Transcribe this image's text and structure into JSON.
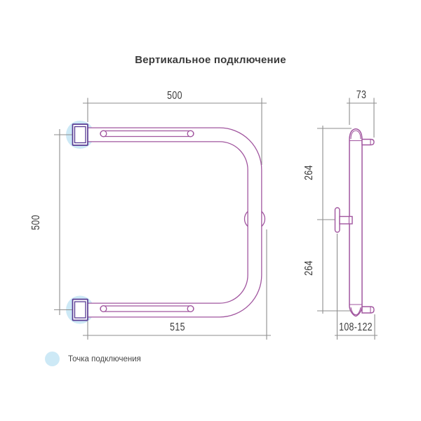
{
  "title": "Вертикальное подключение",
  "colors": {
    "tube_outline": "#a1569f",
    "fitting_outline": "#573a93",
    "connection_highlight": "#cde9f6",
    "dimension_line": "#8e8e8e",
    "label_text": "#3b3b3b"
  },
  "front_view": {
    "dims": {
      "width_top": "500",
      "height_left": "500",
      "width_bottom": "515"
    }
  },
  "side_view": {
    "dims": {
      "depth_top": "73",
      "height_upper": "264",
      "height_lower": "264",
      "wall_offset": "108-122"
    }
  },
  "legend": {
    "label": "Точка подключения"
  }
}
